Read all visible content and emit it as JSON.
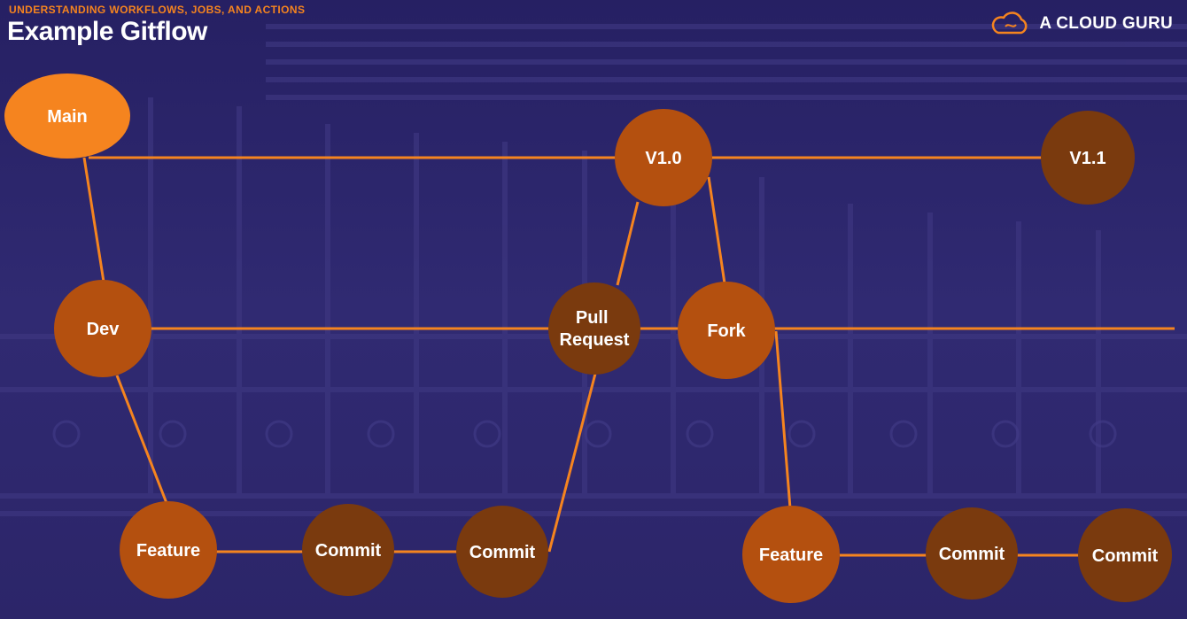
{
  "header": {
    "kicker": "UNDERSTANDING WORKFLOWS, JOBS, AND ACTIONS",
    "title": "Example Gitflow"
  },
  "brand": {
    "name": "A CLOUD GURU",
    "icon": "cloud-icon"
  },
  "colors": {
    "accent": "#f5841f",
    "node_main": "#f5841f",
    "node_mid": "#b4500f",
    "node_dark": "#7a3a0e",
    "line": "#f5841f"
  },
  "nodes": [
    {
      "id": "main",
      "label": "Main"
    },
    {
      "id": "v10",
      "label": "V1.0"
    },
    {
      "id": "v11",
      "label": "V1.1"
    },
    {
      "id": "dev",
      "label": "Dev"
    },
    {
      "id": "pull-request",
      "label": "Pull Request"
    },
    {
      "id": "fork",
      "label": "Fork"
    },
    {
      "id": "feature-1",
      "label": "Feature"
    },
    {
      "id": "commit-1",
      "label": "Commit"
    },
    {
      "id": "commit-2",
      "label": "Commit"
    },
    {
      "id": "feature-2",
      "label": "Feature"
    },
    {
      "id": "commit-3",
      "label": "Commit"
    },
    {
      "id": "commit-4",
      "label": "Commit"
    }
  ],
  "edges": [
    [
      "main",
      "v10"
    ],
    [
      "v10",
      "v11"
    ],
    [
      "main",
      "dev"
    ],
    [
      "dev",
      "pull-request"
    ],
    [
      "pull-request",
      "fork"
    ],
    [
      "v10",
      "pull-request"
    ],
    [
      "v10",
      "fork"
    ],
    [
      "dev",
      "feature-1"
    ],
    [
      "feature-1",
      "commit-1"
    ],
    [
      "commit-1",
      "commit-2"
    ],
    [
      "commit-2",
      "pull-request"
    ],
    [
      "fork",
      "feature-2"
    ],
    [
      "feature-2",
      "commit-3"
    ],
    [
      "commit-3",
      "commit-4"
    ]
  ]
}
